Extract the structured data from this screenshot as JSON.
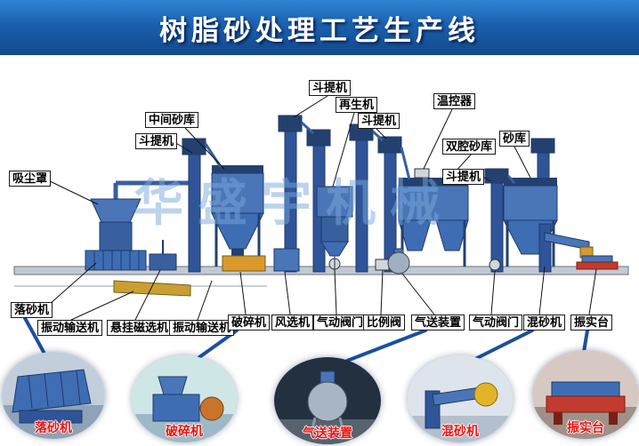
{
  "title": "树脂砂处理工艺生产线",
  "watermark": "华盛宇机械",
  "callouts": {
    "dust_hood": "吸尘罩",
    "bucket_elevator_1": "斗提机",
    "intermediate_sand_silo": "中间砂库",
    "bucket_elevator_2": "斗提机",
    "regenerator": "再生机",
    "bucket_elevator_3": "斗提机",
    "temperature_controller": "温控器",
    "double_chamber_sand_silo": "双腔砂库",
    "sand_silo": "砂库",
    "bucket_elevator_4": "斗提机"
  },
  "equipment_labels": {
    "shakeout_machine": "落砂机",
    "vibrating_conveyor_1": "振动输送机",
    "magnetic_separator": "悬挂磁选机",
    "vibrating_conveyor_2": "振动输送机",
    "crusher": "破碎机",
    "air_classifier": "风选机",
    "pneumatic_valve_1": "气动阀门",
    "proportional_valve": "比例阀",
    "pneumatic_conveyor": "气送装置",
    "pneumatic_valve_2": "气动阀门",
    "sand_mixer": "混砂机",
    "compaction_table": "振实台"
  },
  "insets": [
    {
      "label": "落砂机"
    },
    {
      "label": "破碎机"
    },
    {
      "label": "气送装置"
    },
    {
      "label": "混砂机"
    },
    {
      "label": "振实台"
    }
  ],
  "colors": {
    "header_blue": "#1b5fae",
    "equipment_blue": "#4a76b8",
    "equipment_dark": "#24406e",
    "accent_orange": "#d79a2b",
    "connector_blue": "#1d4fa0",
    "inset_label_red": "#e8120f"
  }
}
